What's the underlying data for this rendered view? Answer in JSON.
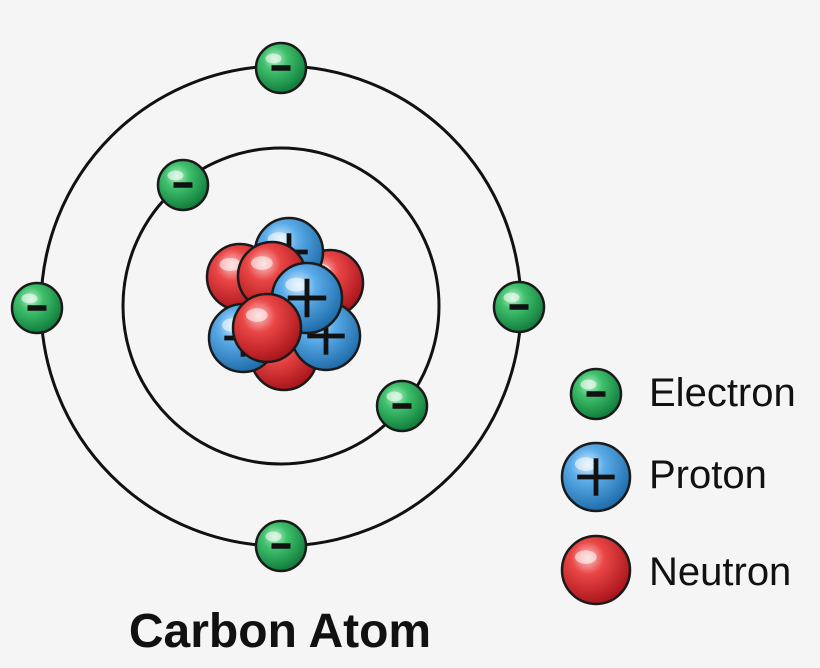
{
  "title": "Carbon Atom",
  "legend": {
    "electron": "Electron",
    "proton": "Proton",
    "neutron": "Neutron"
  },
  "counts": {
    "electrons": 6,
    "protons": 6,
    "neutrons": 6
  },
  "shells": {
    "inner_electrons": 2,
    "outer_electrons": 4
  },
  "colors": {
    "electron": "#1e9e4f",
    "proton": "#3a8fd1",
    "neutron": "#d9262a",
    "orbit": "#111111",
    "background": "#f5f5f6"
  },
  "icons": {
    "electron": "minus-sign-icon",
    "proton": "plus-sign-icon"
  }
}
